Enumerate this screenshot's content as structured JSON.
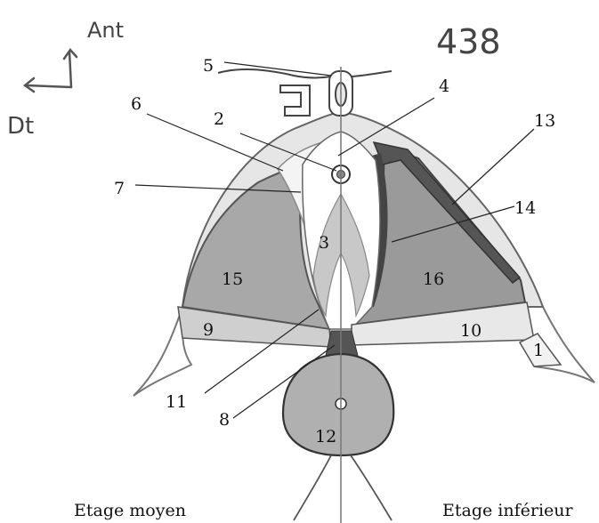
{
  "header": {
    "compass_up": "Ant",
    "compass_left": "Dt",
    "page_number": "438"
  },
  "labels": {
    "l1": "1",
    "l2": "2",
    "l3": "3",
    "l4": "4",
    "l5": "5",
    "l6": "6",
    "l7": "7",
    "l8": "8",
    "l9": "9",
    "l10": "10",
    "l11": "11",
    "l12": "12",
    "l13": "13",
    "l14": "14",
    "l15": "15",
    "l16": "16"
  },
  "captions": {
    "left": "Etage moyen",
    "right": "Etage inférieur"
  }
}
